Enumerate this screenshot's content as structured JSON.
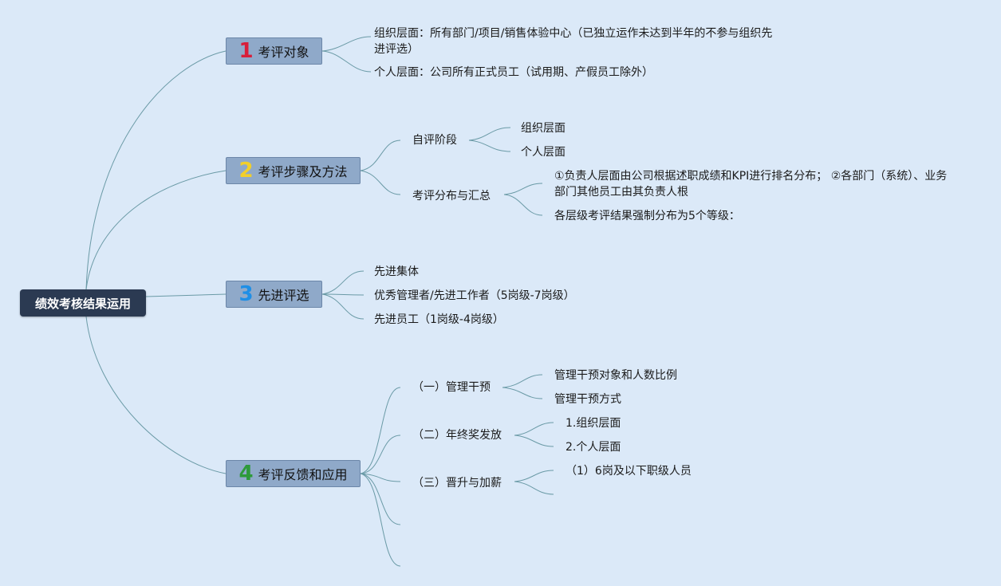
{
  "root": {
    "label": "绩效考核结果运用"
  },
  "branches": [
    {
      "number": "1",
      "color": "#d81e3a",
      "label": "考评对象",
      "items": [
        {
          "label": "组织层面：所有部门/项目/销售体验中心（已独立运作未达到半年的不参与组织先进评选）"
        },
        {
          "label": "个人层面：公司所有正式员工（试用期、产假员工除外）"
        }
      ]
    },
    {
      "number": "2",
      "color": "#f2cf2a",
      "label": "考评步骤及方法",
      "items": [
        {
          "label": "自评阶段",
          "children": [
            "组织层面",
            "个人层面"
          ]
        },
        {
          "label": "考评分布与汇总",
          "children": [
            "①负责人层面由公司根据述职成绩和KPI进行排名分布； ②各部门（系统）、业务部门其他员工由其负责人根",
            "各层级考评结果强制分布为5个等级："
          ]
        }
      ]
    },
    {
      "number": "3",
      "color": "#1f8fe6",
      "label": "先进评选",
      "items": [
        {
          "label": "先进集体"
        },
        {
          "label": "优秀管理者/先进工作者（5岗级-7岗级）"
        },
        {
          "label": "先进员工（1岗级-4岗级）"
        }
      ]
    },
    {
      "number": "4",
      "color": "#2e9a3a",
      "label": "考评反馈和应用",
      "items": [
        {
          "label": "（一）管理干预",
          "children": [
            "管理干预对象和人数比例",
            "管理干预方式"
          ]
        },
        {
          "label": "（二）年终奖发放",
          "children": [
            "1.组织层面",
            "2.个人层面"
          ]
        },
        {
          "label": "（三）晋升与加薪",
          "children": [
            "（1）6岗及以下职级人员",
            ""
          ]
        },
        {
          "label": ""
        },
        {
          "label": ""
        }
      ]
    }
  ],
  "colors": {
    "background": "#dbe9f8",
    "root": "#2b3a52",
    "branch": "#8fa9c9",
    "line": "#6a9aa6"
  }
}
